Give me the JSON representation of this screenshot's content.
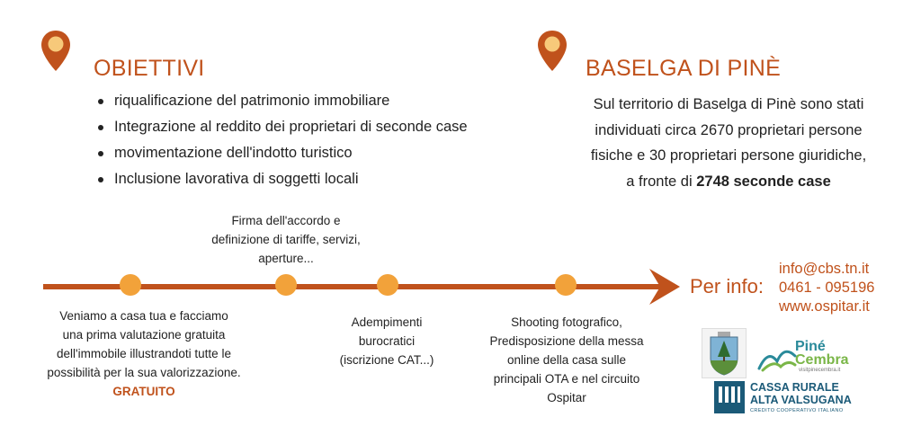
{
  "objectives": {
    "title": "OBIETTIVI",
    "items": [
      "riqualificazione del patrimonio immobiliare",
      "Integrazione al reddito dei proprietari di seconde case",
      "movimentazione dell'indotto turistico",
      "Inclusione lavorativa di soggetti locali"
    ]
  },
  "baselga": {
    "title": "BASELGA DI PINÈ",
    "line1": "Sul territorio di Baselga di Pinè sono stati",
    "line2": "individuati circa 2670 proprietari persone",
    "line3": "fisiche e 30 proprietari persone giuridiche,",
    "line4_prefix": "a fronte di ",
    "line4_bold": "2748 seconde case"
  },
  "timeline": {
    "step1": {
      "lines": [
        "Veniamo a casa tua e facciamo",
        "una prima valutazione gratuita",
        "dell'immobile illustrandoti tutte le",
        "possibilità per la sua valorizzazione."
      ],
      "highlight": "GRATUITO"
    },
    "step2": {
      "lines": [
        "Firma dell'accordo e",
        "definizione di tariffe, servizi,",
        "aperture..."
      ]
    },
    "step3": {
      "lines": [
        "Adempimenti",
        "burocratici",
        "(iscrizione CAT...)"
      ]
    },
    "step4": {
      "lines": [
        "Shooting fotografico,",
        "Predisposizione della messa",
        "online della casa sulle",
        "principali OTA e nel circuito",
        "Ospitar"
      ]
    }
  },
  "contact": {
    "label": "Per info:",
    "email": "info@cbs.tn.it",
    "phone": "0461 - 095196",
    "website": "www.ospitar.it"
  },
  "logos": {
    "pine_name_1": "Piné",
    "pine_name_2": "Cembra",
    "pine_url": "visitpinecembra.it",
    "cassa_line1": "CASSA RURALE",
    "cassa_line2": "ALTA VALSUGANA",
    "cassa_tagline": "CREDITO COOPERATIVO ITALIANO"
  },
  "colors": {
    "accent": "#c0521c",
    "dot": "#f2a23a",
    "pin_inner": "#f7c97a",
    "cassa_blue": "#1b5a78"
  }
}
